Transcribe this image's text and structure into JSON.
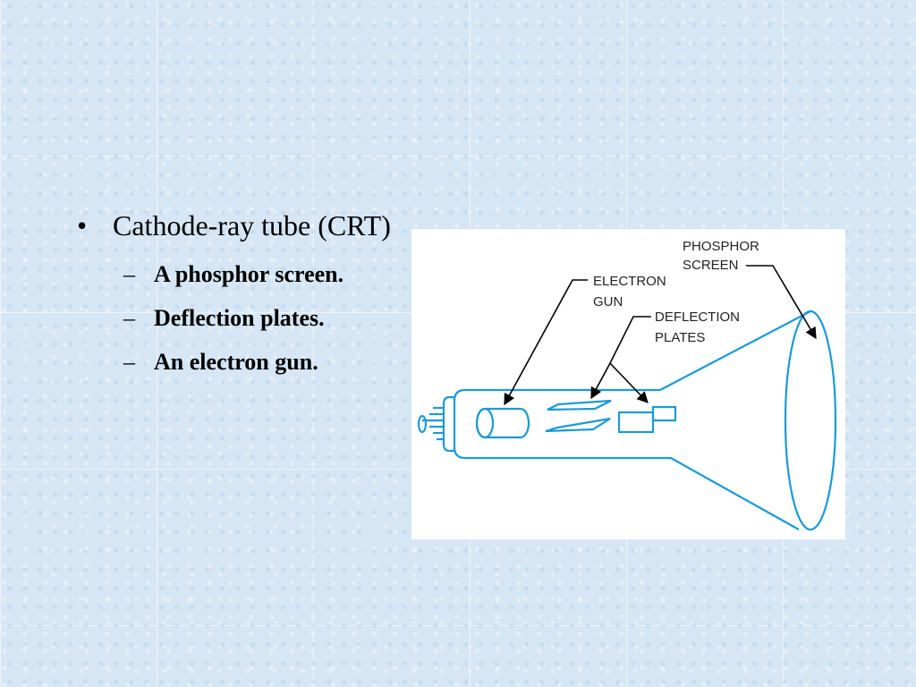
{
  "slide": {
    "bullet": "Cathode-ray tube (CRT)",
    "subitems": [
      "A phosphor screen.",
      "Deflection plates.",
      "An electron gun."
    ]
  },
  "diagram": {
    "labels": {
      "phosphor_line1": "PHOSPHOR",
      "phosphor_line2": "SCREEN",
      "gun_line1": "ELECTRON",
      "gun_line2": "GUN",
      "deflection_line1": "DEFLECTION",
      "deflection_line2": "PLATES"
    },
    "colors": {
      "tube": "#1a9ad6",
      "arrows": "#000000",
      "label": "#222222"
    }
  }
}
